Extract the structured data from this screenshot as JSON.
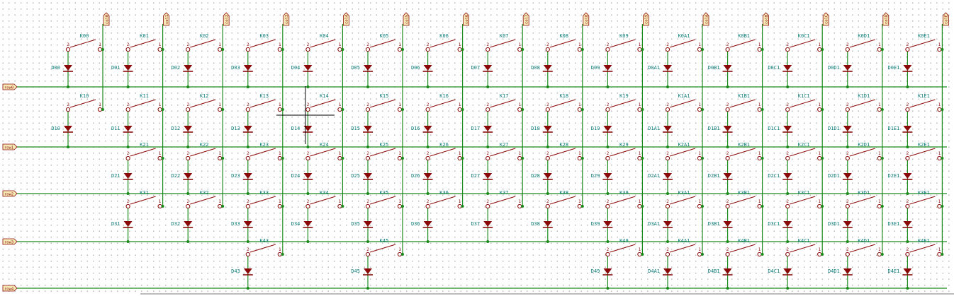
{
  "schematic": {
    "colors": {
      "wire": "#1a8a1a",
      "label": "#0a7a78",
      "diode": "#8a0a0a",
      "pin": "#8a0a0a",
      "port_fill": "#f5e9b5",
      "port_stroke": "#8a0a0a",
      "junction": "#1a8a1a",
      "cursor": "#000000"
    },
    "columns": [
      "col0",
      "col1",
      "col2",
      "col3",
      "col4",
      "col5",
      "col6",
      "col7",
      "col8",
      "col9",
      "colA",
      "colB",
      "colC",
      "colD",
      "colE"
    ],
    "rows": [
      "row0",
      "row1",
      "row2",
      "row3",
      "row4"
    ],
    "col_keys": [
      "0",
      "1",
      "2",
      "3",
      "4",
      "5",
      "6",
      "7",
      "8",
      "9",
      "A1",
      "B1",
      "C1",
      "D1",
      "E1"
    ],
    "row_keys": [
      "0",
      "1",
      "2",
      "3",
      "4"
    ],
    "key_prefix": "K",
    "diode_prefix": "D",
    "pin_left": "2",
    "pin_right": "1",
    "missing_keys": [
      [
        "4",
        "1"
      ],
      [
        "4",
        "2"
      ],
      [
        "4",
        "4"
      ],
      [
        "4",
        "6"
      ],
      [
        "4",
        "7"
      ],
      [
        "4",
        "8"
      ]
    ]
  }
}
